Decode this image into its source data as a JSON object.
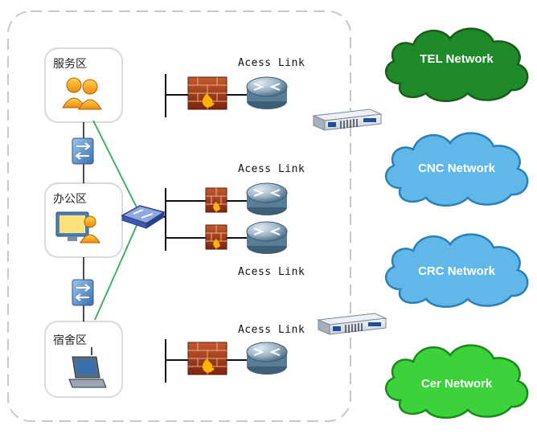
{
  "zones": [
    {
      "label": "服务区"
    },
    {
      "label": "办公区"
    },
    {
      "label": "宿舍区"
    }
  ],
  "links": [
    {
      "label": "Acess Link"
    },
    {
      "label": "Acess Link"
    },
    {
      "label": "Acess Link"
    },
    {
      "label": "Acess Link"
    }
  ],
  "clouds": [
    {
      "label": "TEL Network",
      "color": "#1e8a2a",
      "icon": "cloud-icon"
    },
    {
      "label": "CNC Network",
      "color": "#5fb8e8",
      "icon": "cloud-icon"
    },
    {
      "label": "CRC Network",
      "color": "#5fb8e8",
      "icon": "cloud-icon"
    },
    {
      "label": "Cer Network",
      "color": "#3bd23b",
      "icon": "cloud-icon"
    }
  ],
  "colors": {
    "border_dash": "#c8c8c8",
    "green_link": "#2eaa5a",
    "firewall": "#a33b1e",
    "router": "#3f6e8c"
  }
}
